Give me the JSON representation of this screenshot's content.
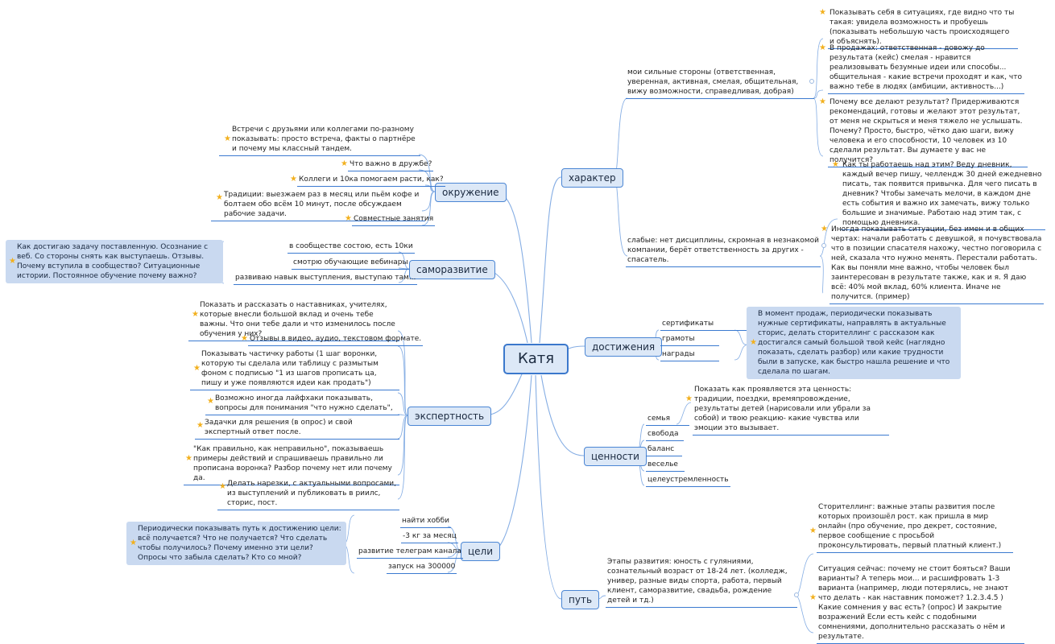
{
  "root": "Катя",
  "branches": {
    "character": "характер",
    "environment": "окружение",
    "selfdev": "саморазвитие",
    "expertise": "экспертность",
    "goals": "цели",
    "achievements": "достижения",
    "values": "ценности",
    "path": "путь"
  },
  "character": {
    "strengths": "мои сильные стороны (ответственная, уверенная, активная, смелая, общительная, вижу возможности, справедливая, добрая)",
    "strengths_notes": [
      "Показывать себя в ситуациях, где видно что ты такая: увидела возможность и пробуешь (показывать небольшую часть происходящего и объяснять).",
      "В продажах: ответственная - довожу до результата (кейс) смелая - нравится реализовывать безумные идеи или способы... общительная - какие встречи проходят и как, что важно тебе в людях (амбиции, активность...)",
      "Почему все делают результат? Придерживаются рекомендаций, готовы и желают этот результат, от меня не скрыться и меня тяжело не услышать. Почему? Просто, быстро, чётко даю шаги, вижу человека и его способности, 10 человек из 10 сделали результат. Вы думаете у вас не получится?"
    ],
    "weak": "слабые: нет дисциплины, скромная в незнакомой компании, берёт ответственность за других - спасатель.",
    "weak_notes": [
      "Как ты работаешь над этим? Веду дневник, каждый вечер пишу, челлендж 30 дней ежедневно писать, так появится привычка. Для чего писать в дневник? Чтобы замечать мелочи, в каждом дне есть события и важно их замечать, вижу только большие и значимые. Работаю над этим так,  с помощью дневника.",
      "Иногда показывать ситуации, без имен и в общих чертах: начали работать с девушкой, я почувствовала что в позиции спасателя нахожу, честно поговорила с ней, сказала что нужно менять. Перестали работать. Как вы поняли мне важно, чтобы человек был заинтересован в результате также, как и я. Я даю всё: 40% мой вклад, 60% клиента. Иначе не получится. (пример)"
    ]
  },
  "environment": [
    "Встречи с друзьями или коллегами по-разному показывать: просто встреча, факты о партнёре и почему мы классный тандем.",
    "Что важно в дружбе?",
    "Коллеги и 10ка помогаем расти, как?",
    "Традиции: выезжаем раз в месяц или пьём кофе и болтаем обо всём 10 минут, после обсуждаем рабочие задачи.",
    "Совместные занятия"
  ],
  "selfdev": {
    "items": [
      "в сообществе состою, есть 10ки",
      "смотрю обучающие вебинары",
      "развиваю навык выступления, выступаю там..."
    ],
    "note": "Как достигаю задачу поставленную. Осознание с веб. Со стороны снять как выступаешь. Отзывы. Почему вступила в сообщество? Ситуационные истории. Постоянное обучение почему важно?"
  },
  "expertise": [
    "Показать и рассказать о наставниках, учителях, которые внесли большой вклад и очень тебе важны. Что они тебе дали и что изменилось после обучения у них?",
    "Отзывы в видео, аудио, текстовом формате.",
    "Показывать частичку работы (1 шаг воронки, которую ты сделала или таблицу с размытым фоном с подписью \"1 из шагов прописать ца, пишу и уже появляются идеи как продать\")",
    "Возможно иногда лайфхаки показывать, вопросы для понимания \"что нужно сделать\",",
    "Задачки для решения (в опрос) и свой экспертный ответ после.",
    "\"Как правильно, как неправильно\", показываешь примеры действий и спрашиваешь правильно ли прописана воронка? Разбор почему нет или почему да.",
    "Делать нарезки, с актуальными вопросами, из выступлений и публиковать в риилс, сторис, пост."
  ],
  "goals": {
    "items": [
      "найти хобби",
      "-3 кг за месяц",
      "развитие телеграм канала",
      "запуск на 300000"
    ],
    "note": "Периодически показывать путь к достижению цели: всё получается? Что не получается? Что сделать чтобы получилось? Почему именно эти цели? Опросы что забыла сделать? Кто со мной?"
  },
  "achievements": {
    "items": [
      "сертификаты",
      "грамоты",
      "награды"
    ],
    "note": "В момент продаж, периодически показывать нужные сертификаты, направлять в актуальные сторис, делать сторителлинг с рассказом как достигался самый большой твой кейс (наглядно показать, сделать разбор) или какие трудности были в запуске, как быстро нашла решение и что сделала по шагам."
  },
  "values": {
    "items": [
      "семья",
      "свобода",
      "баланс",
      "веселье",
      "целеустремленность"
    ],
    "family_note": "Показать как проявляется эта ценность: традиции, поездки, времяпровождение, результаты детей (нарисовали или убрали за собой) и твою реакцию- какие чувства или эмоции это вызывает."
  },
  "path": {
    "stages": "Этапы развития: юность с гуляниями, сознательный возраст от 18-24 лет. (колледж, универ, разные виды спорта, работа, первый клиент, саморазвитие, свадьба, рождение детей и тд.)",
    "notes": [
      "Сторителлинг: важные этапы развития после которых произошёл рост. как пришла в мир онлайн (про обучение, про декрет, состояние, первое сообщение с просьбой проконсультировать, первый платный клиент.)",
      "Ситуация сейчас: почему не стоит бояться? Ваши варианты? А теперь мои... и расшифровать 1-3 варианта (например, люди потерялись, не знают что делать - как наставник поможет? 1.2.3.4.5 ) Какие сомнения у вас есть? (опрос) И закрытие возражений Если есть кейс с подобными сомнениями, дополнительно рассказать о нём и результате."
    ]
  }
}
